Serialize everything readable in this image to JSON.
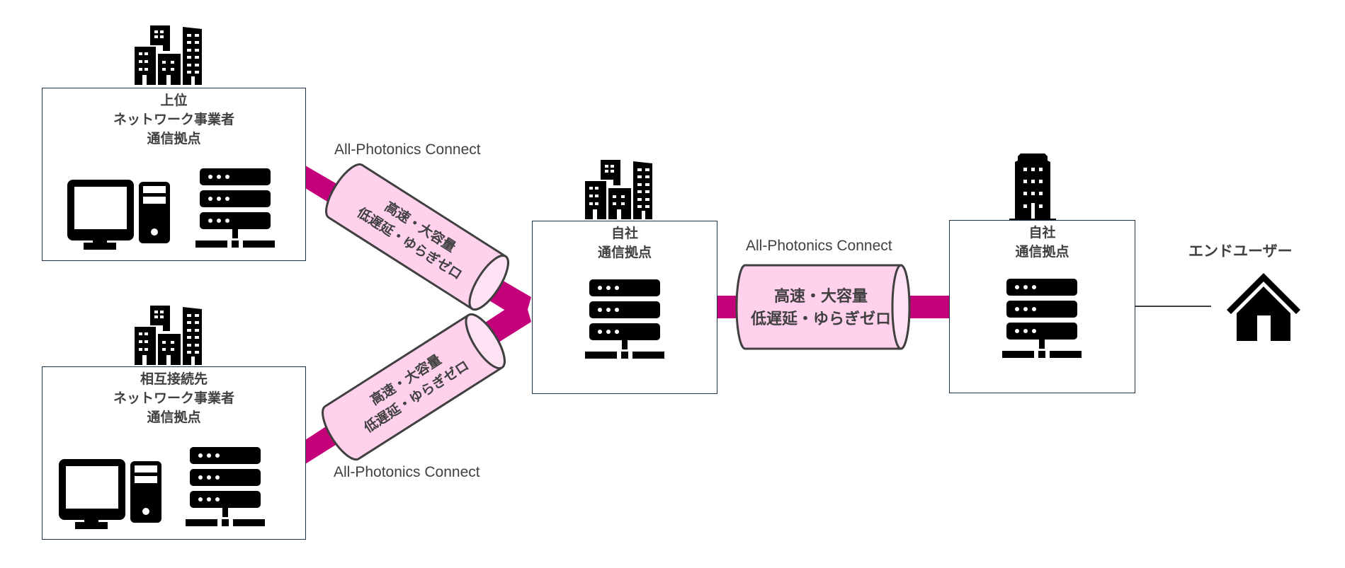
{
  "colors": {
    "pipe": "#c4007a",
    "tube_fill": "#ffd1ec",
    "tube_end_fill": "#ffe3f4",
    "tube_stroke": "#404040",
    "box_border": "#1f3347",
    "icon": "#000000",
    "text": "#404040"
  },
  "nodes": {
    "upstream": {
      "title_lines": [
        "上位",
        "ネットワーク事業者",
        "通信拠点"
      ],
      "icons": [
        "buildings-icon",
        "desktop-computer-icon",
        "server-icon"
      ]
    },
    "interconnect": {
      "title_lines": [
        "相互接続先",
        "ネットワーク事業者",
        "通信拠点"
      ],
      "icons": [
        "buildings-icon",
        "desktop-computer-icon",
        "server-icon"
      ]
    },
    "own_hub": {
      "title_lines": [
        "自社",
        "通信拠点"
      ],
      "icons": [
        "buildings-icon",
        "server-icon"
      ]
    },
    "own_edge": {
      "title_lines": [
        "自社",
        "通信拠点"
      ],
      "icons": [
        "office-tower-icon",
        "server-icon"
      ]
    },
    "end_user": {
      "label": "エンドユーザー",
      "icon": "house-icon"
    }
  },
  "links": [
    {
      "id": "upstream-to-hub",
      "label": "All-Photonics Connect",
      "tube_lines": [
        "高速・大容量",
        "低遅延・ゆらぎゼロ"
      ]
    },
    {
      "id": "interconnect-to-hub",
      "label": "All-Photonics Connect",
      "tube_lines": [
        "高速・大容量",
        "低遅延・ゆらぎゼロ"
      ]
    },
    {
      "id": "hub-to-edge",
      "label": "All-Photonics Connect",
      "tube_lines": [
        "高速・大容量",
        "低遅延・ゆらぎゼロ"
      ]
    }
  ]
}
